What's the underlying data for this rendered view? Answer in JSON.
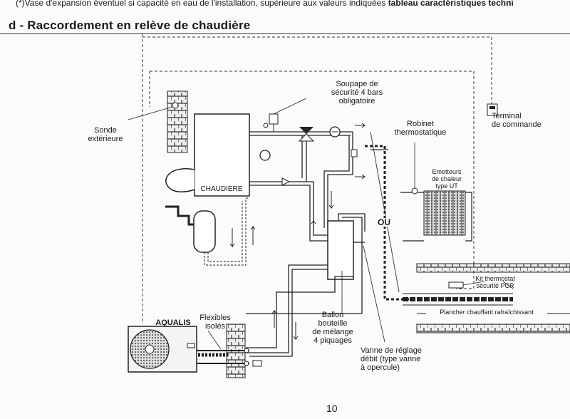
{
  "note": {
    "text": "(*)Vase d'expansion éventuel si capacité en eau de l'installation, supérieure aux valeurs indiquées ",
    "bold": "tableau caractéristiques techni"
  },
  "section_title": "d - Raccordement en relève de chaudière",
  "labels": {
    "soupape": "Soupape de\nsécurité 4 bars\nobligatoire",
    "sonde": "Sonde\nextérieure",
    "terminal": "Terminal\nde commande",
    "robinet": "Robinet\nthermostatique",
    "emetteurs": "Emetteurs\nde chaleur\ntype UT",
    "chaudiere": "CHAUDIERE",
    "ou": "OU",
    "kit": "Kit thermostat\nsécurité PCR",
    "plancher": "Plancher chauffant rafraîchissant",
    "aqualis": "AQUALIS",
    "flexibles": "Flexibles\nisolés",
    "ballon": "Ballon\nbouteille\nde mélange\n4 piquages",
    "vanne": "Vanne de réglage\ndébit (type vanne\nà opercule)"
  },
  "page_number": "10"
}
